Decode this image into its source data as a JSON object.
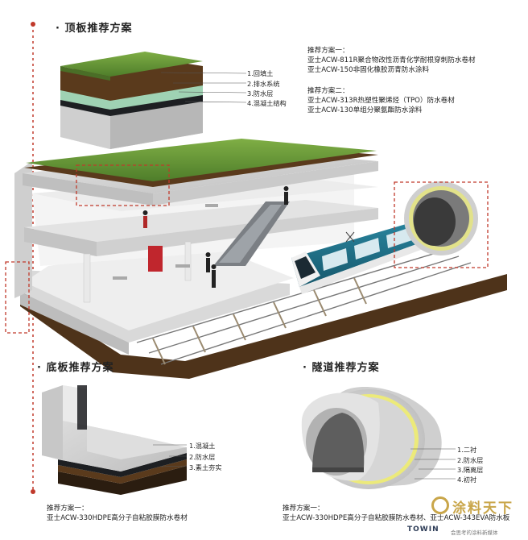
{
  "colors": {
    "grass": "#5e8f33",
    "soil": "#5a3a1c",
    "drain": "#9fd2b3",
    "membrane": "#1d1f22",
    "concrete": "#d8d8d8",
    "red_dash": "#c0392b",
    "train_teal": "#1f6f86",
    "tunnel_yellow": "#ecea7a"
  },
  "top_section": {
    "title": "顶板推荐方案",
    "option1_title": "推荐方案一：",
    "option1_line1": "亚士ACW-811R聚合物改性沥青化学耐根穿刺防水卷材",
    "option1_line2": "亚士ACW-150非固化橡胶沥青防水涂料",
    "option2_title": "推荐方案二：",
    "option2_line1": "亚士ACW-313R热塑性聚烯烃（TPO）防水卷材",
    "option2_line2": "亚士ACW-130单组分聚氨酯防水涂料",
    "layers": [
      "1.回填土",
      "2.排水系统",
      "3.防水层",
      "4.混凝土结构"
    ]
  },
  "bottom_section": {
    "title": "底板推荐方案",
    "layers": [
      "1.混凝土",
      "2.防水层",
      "3.素土夯实"
    ],
    "option_title": "推荐方案一：",
    "option_line1": "亚士ACW-330HDPE高分子自粘胶膜防水卷材"
  },
  "tunnel_section": {
    "title": "隧道推荐方案",
    "layers": [
      "1.二衬",
      "2.防水层",
      "3.隔离层",
      "4.初衬"
    ],
    "option_title": "推荐方案一：",
    "option_line1": "亚士ACW-330HDPE高分子自粘胶膜防水卷材",
    "option_line2": "亚士ACW-343EVA防水板"
  },
  "watermark": {
    "main": "涂料天下",
    "brand": "TOWIN",
    "tagline": "会思考的涂料新媒体"
  }
}
